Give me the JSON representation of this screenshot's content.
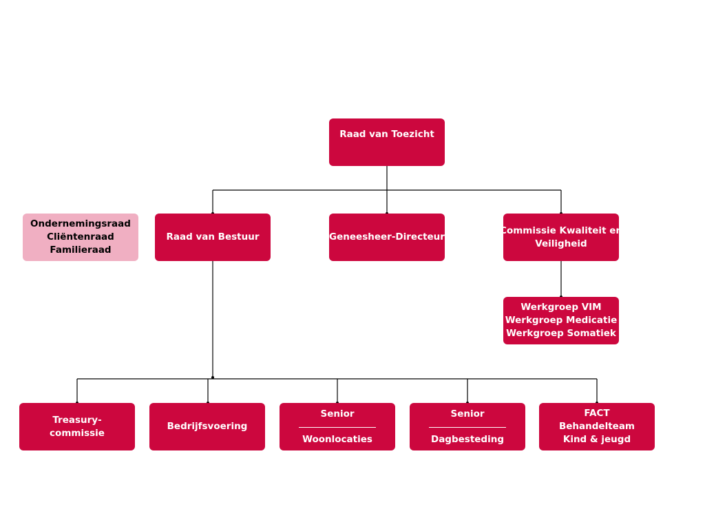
{
  "nodes": {
    "raad_van_toezicht": "Raad van Toezicht",
    "raad_van_bestuur": "Raad van Bestuur",
    "geneesheer_directeur": "Geneesheer-Directeur",
    "commissie": {
      "line1": "Commissie Kwaliteit en",
      "line2": "Veiligheid"
    },
    "werkgroepen": [
      "Werkgroep VIM",
      "Werkgroep Medicatie",
      "Werkgroep Somatiek"
    ],
    "raden": [
      "Ondernemingsraad",
      "Cliëntenraad",
      "Familieraad"
    ],
    "treasury": {
      "line1": "Treasury-",
      "line2": "commissie"
    },
    "bedrijfsvoering": "Bedrijfsvoering",
    "senior_woonlocaties": {
      "line1": "Senior",
      "line2": "Woonlocaties"
    },
    "senior_dagbesteding": {
      "line1": "Senior",
      "line2": "Dagbesteding"
    },
    "fact": [
      "FACT",
      "Behandelteam",
      "Kind & jeugd"
    ]
  },
  "colors": {
    "box": "#cc073e",
    "box_light": "#f0afc2",
    "line": "#000000"
  }
}
